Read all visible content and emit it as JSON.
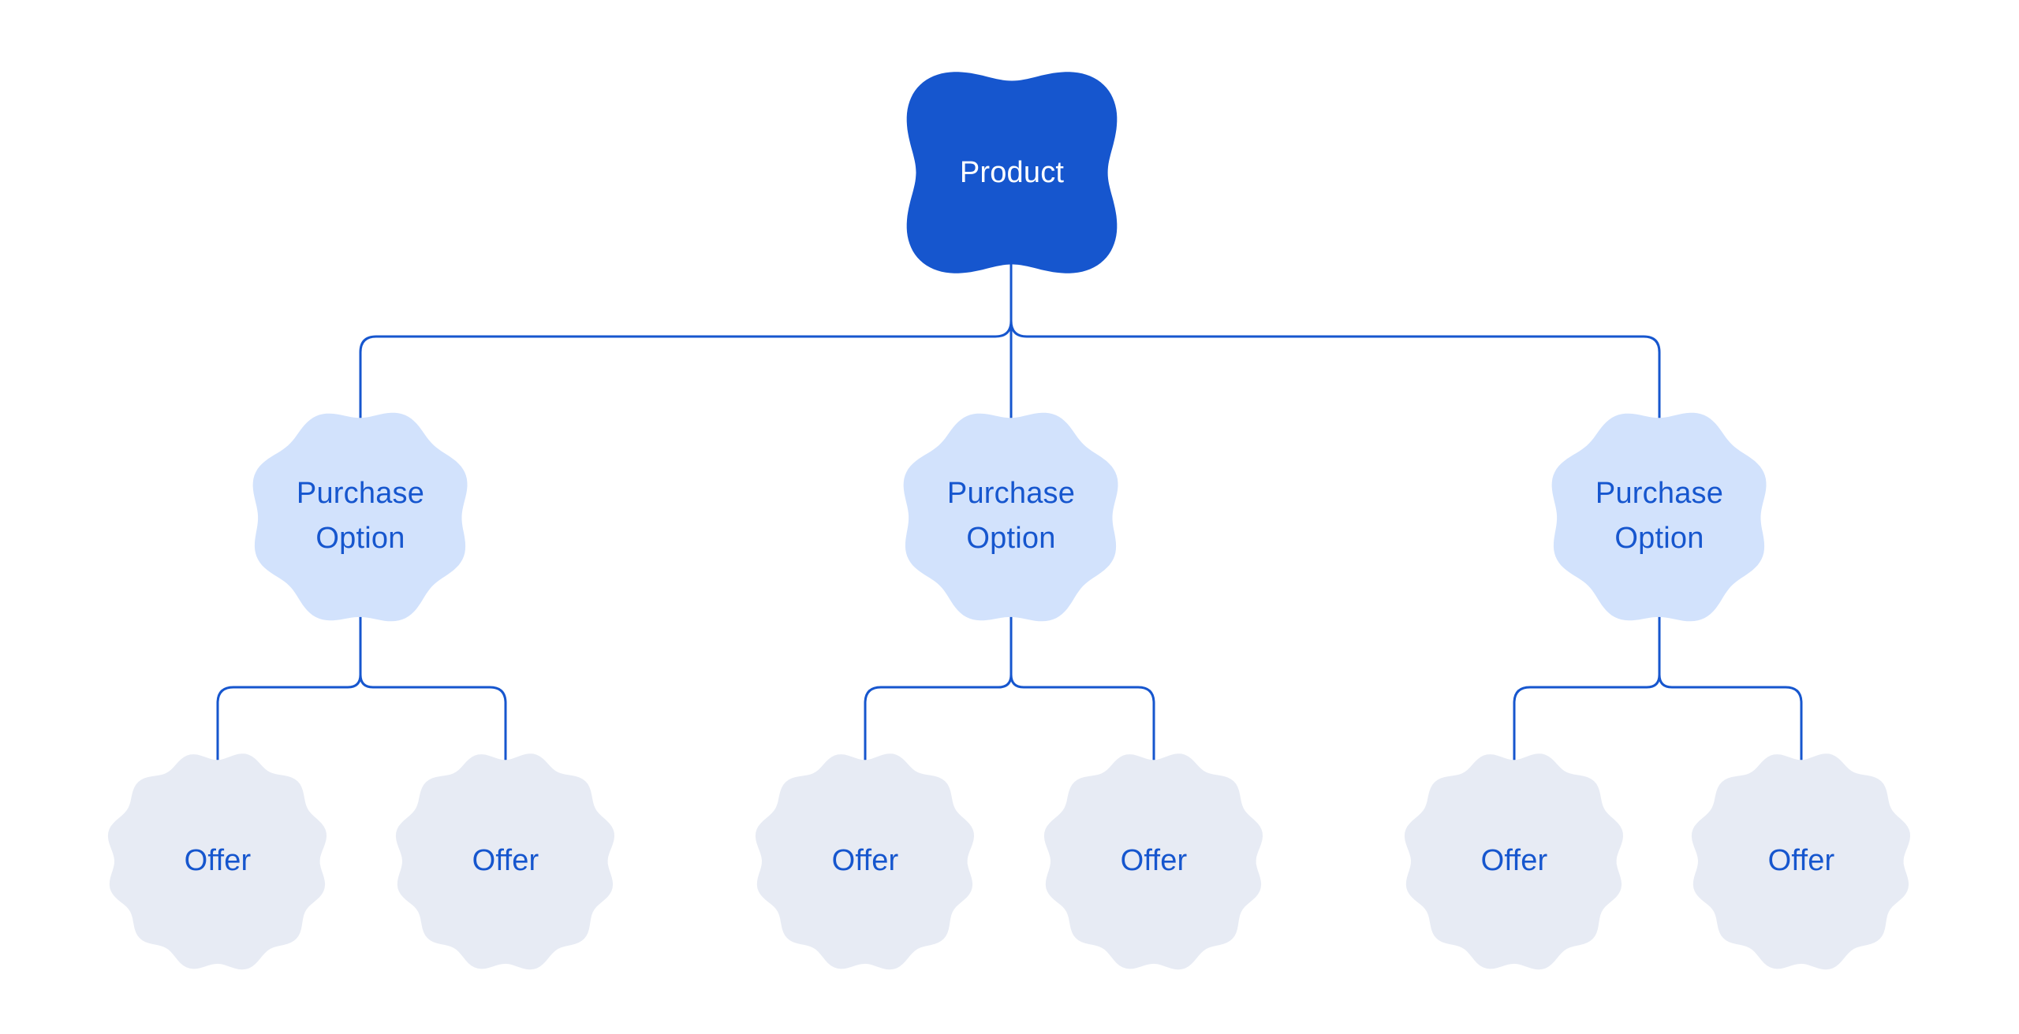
{
  "diagram": {
    "root": {
      "label": "Product"
    },
    "purchase_options": [
      {
        "label": "Purchase Option",
        "offers": [
          {
            "label": "Offer"
          },
          {
            "label": "Offer"
          }
        ]
      },
      {
        "label": "Purchase Option",
        "offers": [
          {
            "label": "Offer"
          },
          {
            "label": "Offer"
          }
        ]
      },
      {
        "label": "Purchase Option",
        "offers": [
          {
            "label": "Offer"
          },
          {
            "label": "Offer"
          }
        ]
      }
    ]
  },
  "colors": {
    "background": "#FFFFFF",
    "root_fill": "#1656CE",
    "root_text": "#FFFFFF",
    "option_fill": "#D2E2FC",
    "option_text": "#1656CE",
    "offer_fill": "#E7EBF4",
    "offer_text": "#1656CE",
    "connector": "#1656CE"
  }
}
